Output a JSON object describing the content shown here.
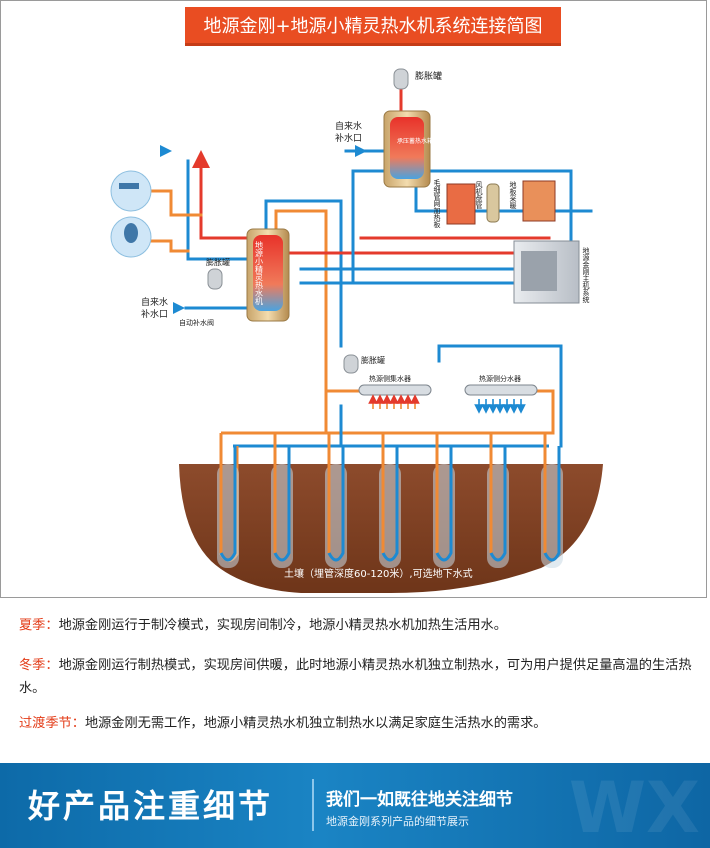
{
  "diagram": {
    "title": "地源金刚+地源小精灵热水机系统连接简图",
    "labels": {
      "expansion_tank_top": "膨胀罐",
      "makeup_top": [
        "自来水",
        "补水口"
      ],
      "storage_tank": "承压蓄热水箱",
      "hair_dryer": "毛细管网加热板",
      "fan_coil": "风机盘管",
      "floor_heating": "地板采暖",
      "host": "地源金刚主机系统",
      "water_heater": "地源小精灵热水机",
      "expansion_tank_left": "膨胀罐",
      "makeup_left": [
        "自来水",
        "补水口"
      ],
      "auto_valve": "自动补水阀",
      "expansion_tank_mid": "膨胀罐",
      "collector": "热源侧集水器",
      "distributor": "热源侧分水器",
      "soil": "土壤（埋管深度60-120米）,可选地下水式"
    }
  },
  "seasons": [
    {
      "label": "夏季：",
      "text": "地源金刚运行于制冷模式，实现房间制冷，地源小精灵热水机加热生活用水。"
    },
    {
      "label": "冬季：",
      "text": "地源金刚运行制热模式，实现房间供暖，此时地源小精灵热水机独立制热水，可为用户提供足量高温的生活热水。"
    },
    {
      "label": "过渡季节：",
      "text": "地源金刚无需工作，地源小精灵热水机独立制热水以满足家庭生活热水的需求。"
    }
  ],
  "banner": {
    "headline": "好产品注重细节",
    "subtitle": "我们一如既往地关注细节",
    "caption": "地源金刚系列产品的细节展示",
    "watermark": "WX"
  },
  "colors": {
    "accent": "#e94d22",
    "hot_pipe": "#e43a2c",
    "cold_pipe": "#1d8ad2",
    "loop_pipe": "#f08a34",
    "soil": "#8b4a2b",
    "banner": "#1577b8"
  }
}
